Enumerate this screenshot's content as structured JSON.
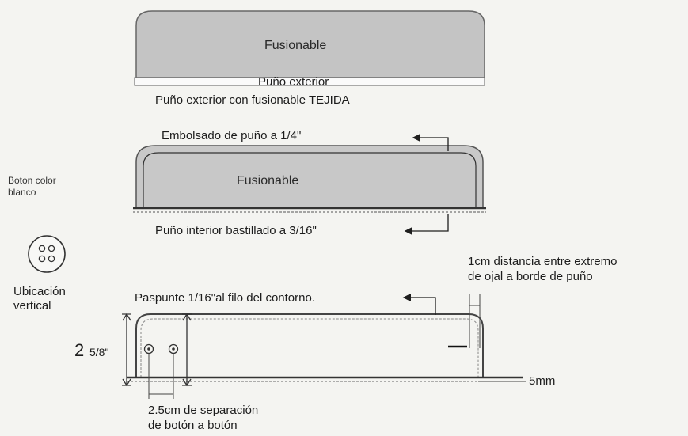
{
  "outer_cuff": {
    "fusible_label": "Fusionable",
    "name_label": "Puño exterior",
    "caption": "Puño exterior con fusionable TEJIDA"
  },
  "inner_cuff": {
    "pocketing_label": "Embolsado  de  puño a 1/4\"",
    "fusible_label": "Fusionable",
    "hem_label": "Puño interior bastillado a 3/16\""
  },
  "button_note": {
    "line1": "Boton color",
    "line2": "blanco",
    "placement_line1": "Ubicación",
    "placement_line2": "vertical"
  },
  "finished_cuff": {
    "topstitch_label": "Paspunte 1/16\"al filo del contorno.",
    "buttonhole_note_line1": "1cm distancia entre extremo",
    "buttonhole_note_line2": "de ojal a borde de puño",
    "height_whole": "2",
    "height_fraction": "5/8\"",
    "seam_label": "5mm",
    "spacing_line1": "2.5cm de separación",
    "spacing_line2": "de botón a botón"
  },
  "colors": {
    "fusible_fill": "#c4c4c4",
    "line": "#1e1e1e",
    "background": "#f4f4f1"
  }
}
